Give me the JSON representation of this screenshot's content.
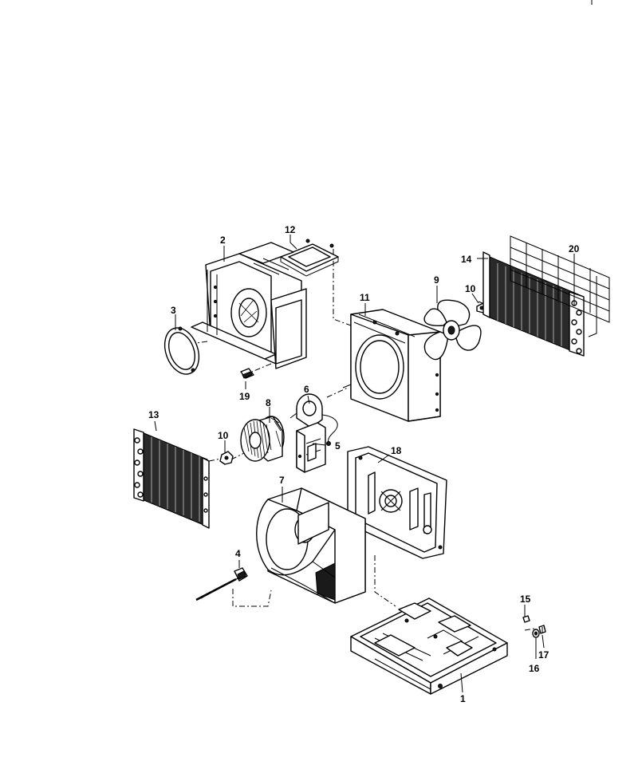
{
  "callouts": {
    "c1": "1",
    "c2": "2",
    "c3": "3",
    "c4": "4",
    "c5": "5",
    "c6": "6",
    "c7": "7",
    "c8": "8",
    "c9": "9",
    "c10a": "10",
    "c10b": "10",
    "c11": "11",
    "c12": "12",
    "c13": "13",
    "c14": "14",
    "c15": "15",
    "c16": "16",
    "c17": "17",
    "c18": "18",
    "c19": "19",
    "c20": "20"
  },
  "colors": {
    "line": "#000000",
    "background": "#ffffff"
  }
}
